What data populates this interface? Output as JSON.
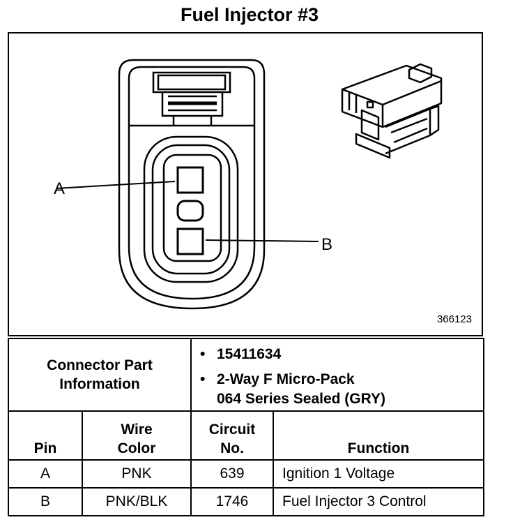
{
  "title": "Fuel Injector #3",
  "diagram": {
    "ref_number": "366123",
    "labels": {
      "a": "A",
      "b": "B"
    }
  },
  "connector": {
    "label_line1": "Connector Part",
    "label_line2": "Information",
    "part_number": "15411634",
    "type_line1": "2-Way F Micro-Pack",
    "type_line2": "064 Series Sealed (GRY)"
  },
  "headers": {
    "pin": "Pin",
    "wire_line1": "Wire",
    "wire_line2": "Color",
    "circuit_line1": "Circuit",
    "circuit_line2": "No.",
    "function": "Function"
  },
  "rows": [
    {
      "pin": "A",
      "wire": "PNK",
      "circuit": "639",
      "function": "Ignition 1 Voltage"
    },
    {
      "pin": "B",
      "wire": "PNK/BLK",
      "circuit": "1746",
      "function": "Fuel Injector 3 Control"
    }
  ]
}
